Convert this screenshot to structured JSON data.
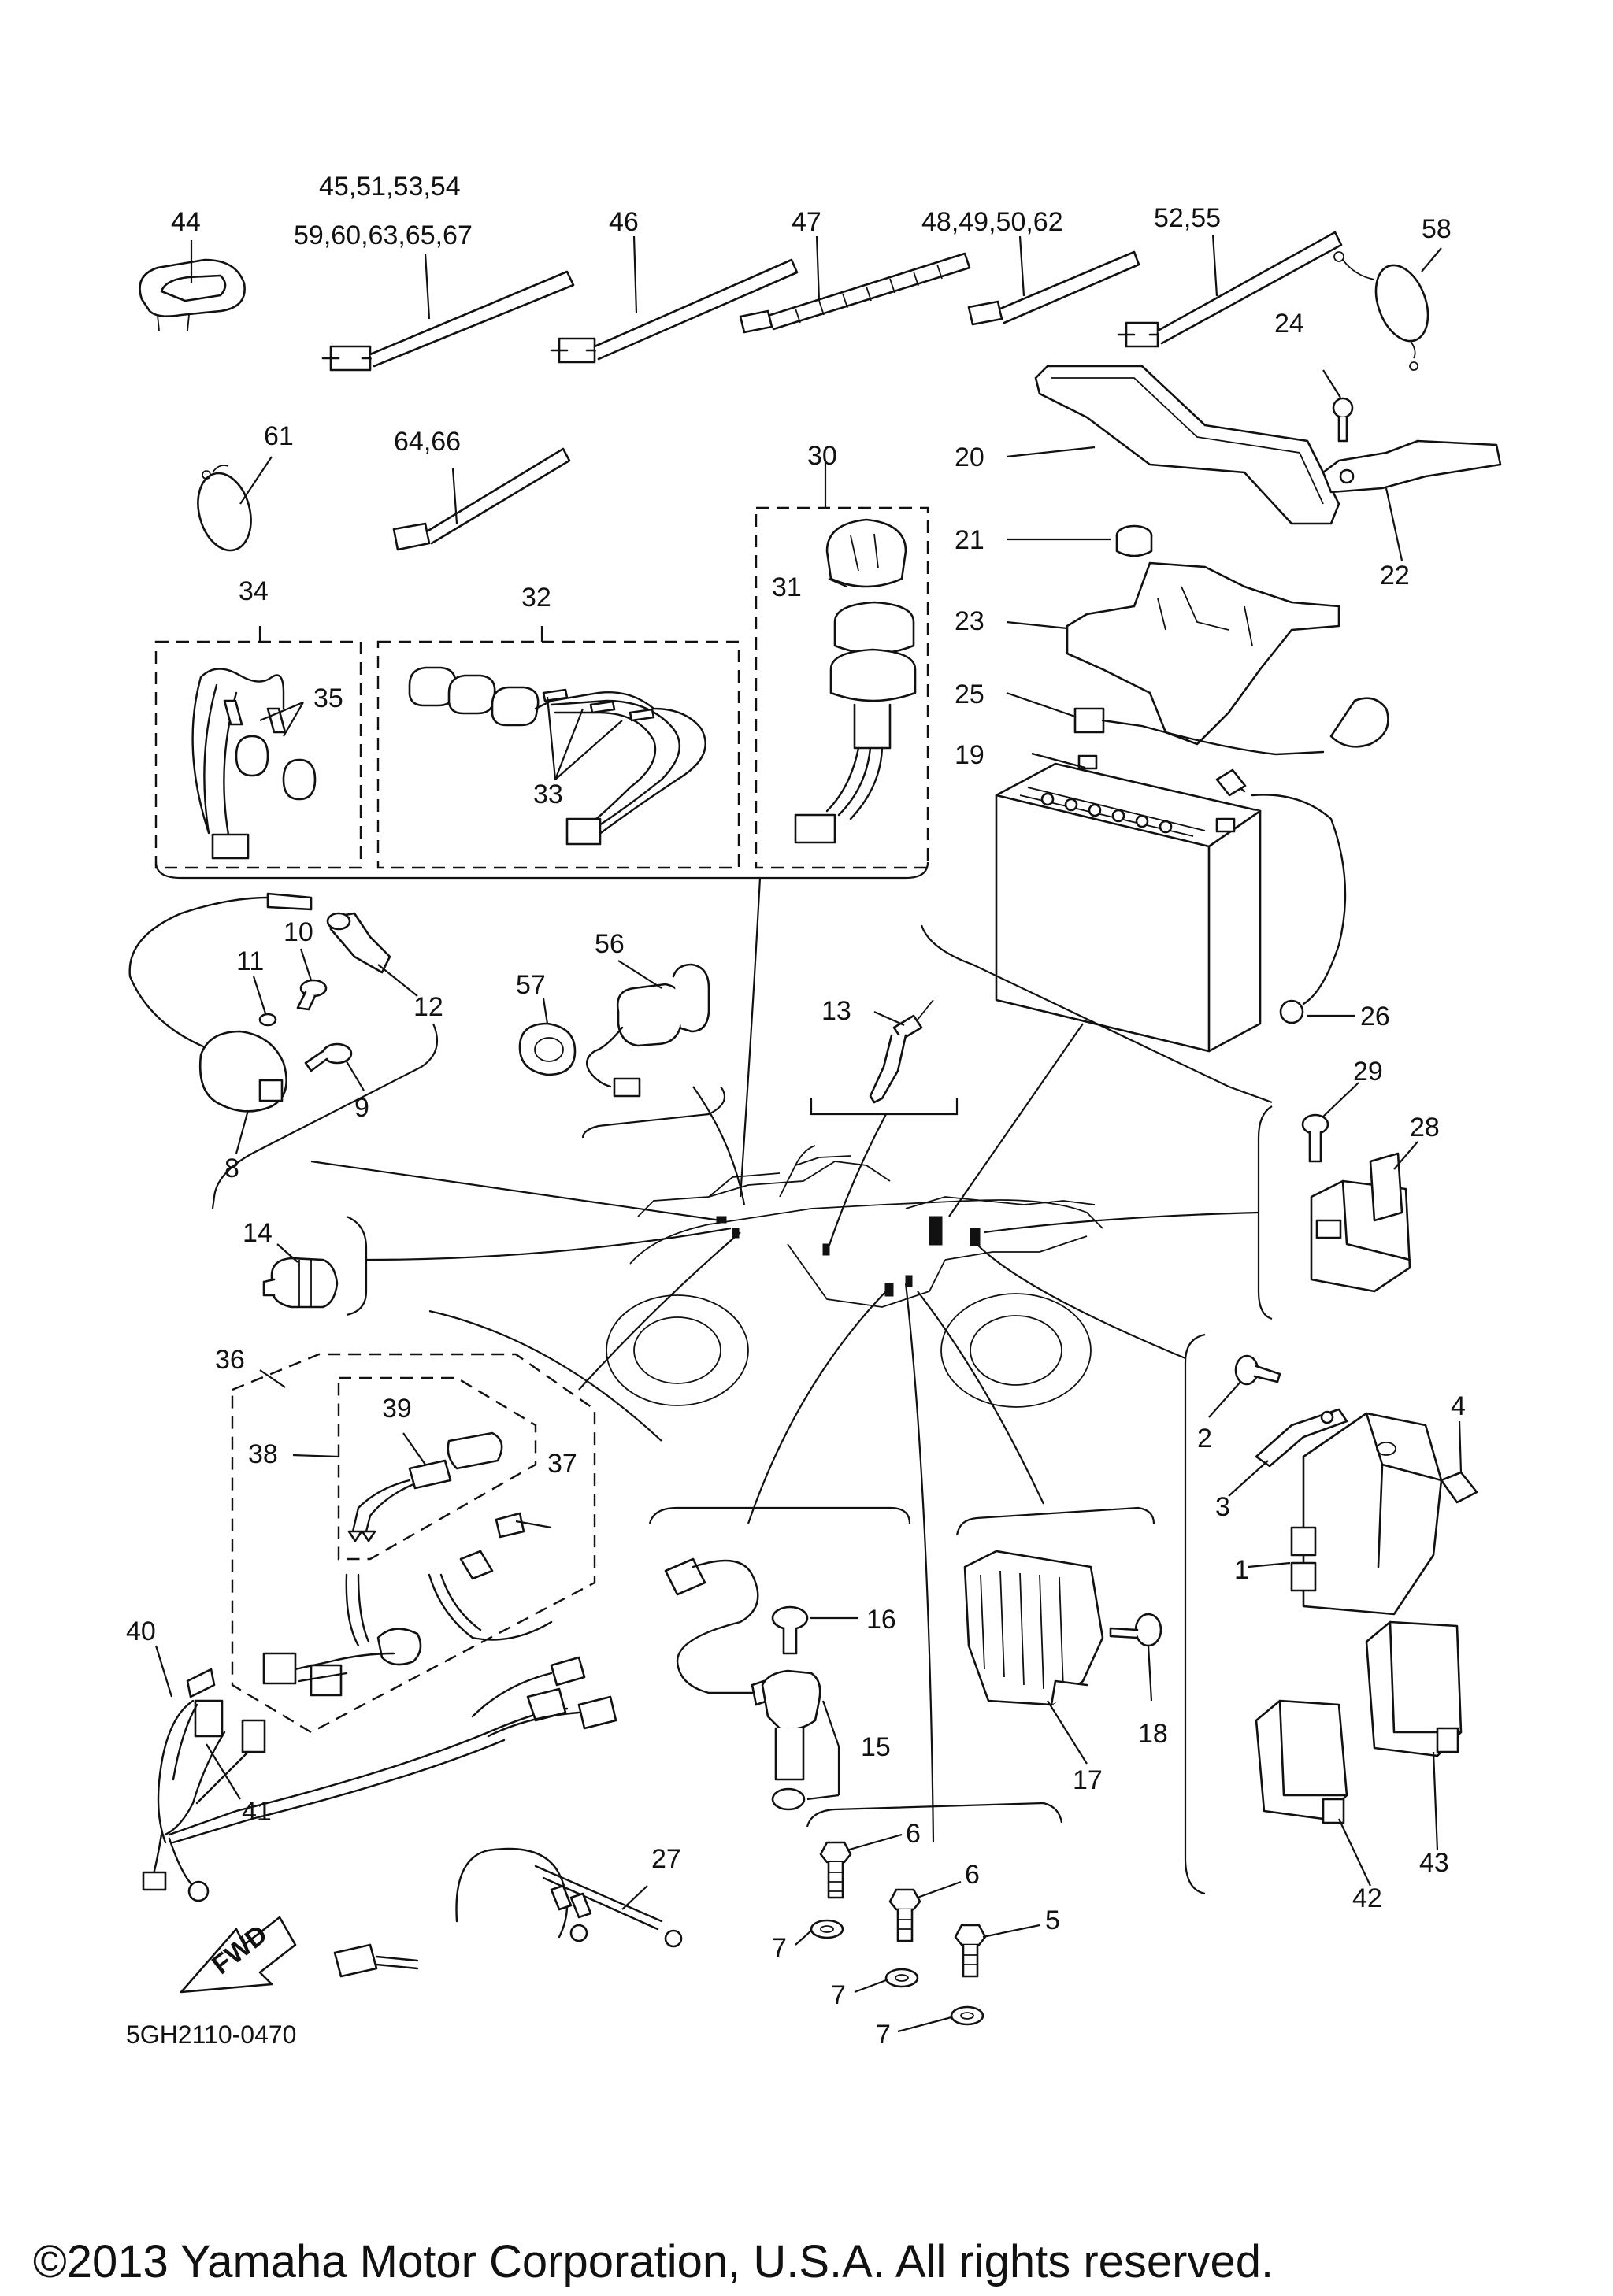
{
  "callouts": {
    "c1": "1",
    "c2": "2",
    "c3": "3",
    "c4": "4",
    "c5": "5",
    "c6a": "6",
    "c6b": "6",
    "c7a": "7",
    "c7b": "7",
    "c7c": "7",
    "c8": "8",
    "c9": "9",
    "c10": "10",
    "c11": "11",
    "c12": "12",
    "c13": "13",
    "c14": "14",
    "c15": "15",
    "c16": "16",
    "c17": "17",
    "c18": "18",
    "c19": "19",
    "c20": "20",
    "c21": "21",
    "c22": "22",
    "c23": "23",
    "c24": "24",
    "c25": "25",
    "c26": "26",
    "c27": "27",
    "c28": "28",
    "c29": "29",
    "c30": "30",
    "c31": "31",
    "c32": "32",
    "c33": "33",
    "c34": "34",
    "c35": "35",
    "c36": "36",
    "c37": "37",
    "c38": "38",
    "c39": "39",
    "c40": "40",
    "c41": "41",
    "c42": "42",
    "c43": "43",
    "c44": "44",
    "c45a": "45,51,53,54",
    "c45b": "59,60,63,65,67",
    "c46": "46",
    "c47": "47",
    "c48": "48,49,50,62",
    "c52": "52,55",
    "c56": "56",
    "c57": "57",
    "c58": "58",
    "c61": "61",
    "c64": "64,66"
  },
  "fwd_label": "FWD",
  "diagram_code": "5GH2110-0470",
  "copyright": "©2013 Yamaha Motor Corporation, U.S.A. All rights reserved."
}
